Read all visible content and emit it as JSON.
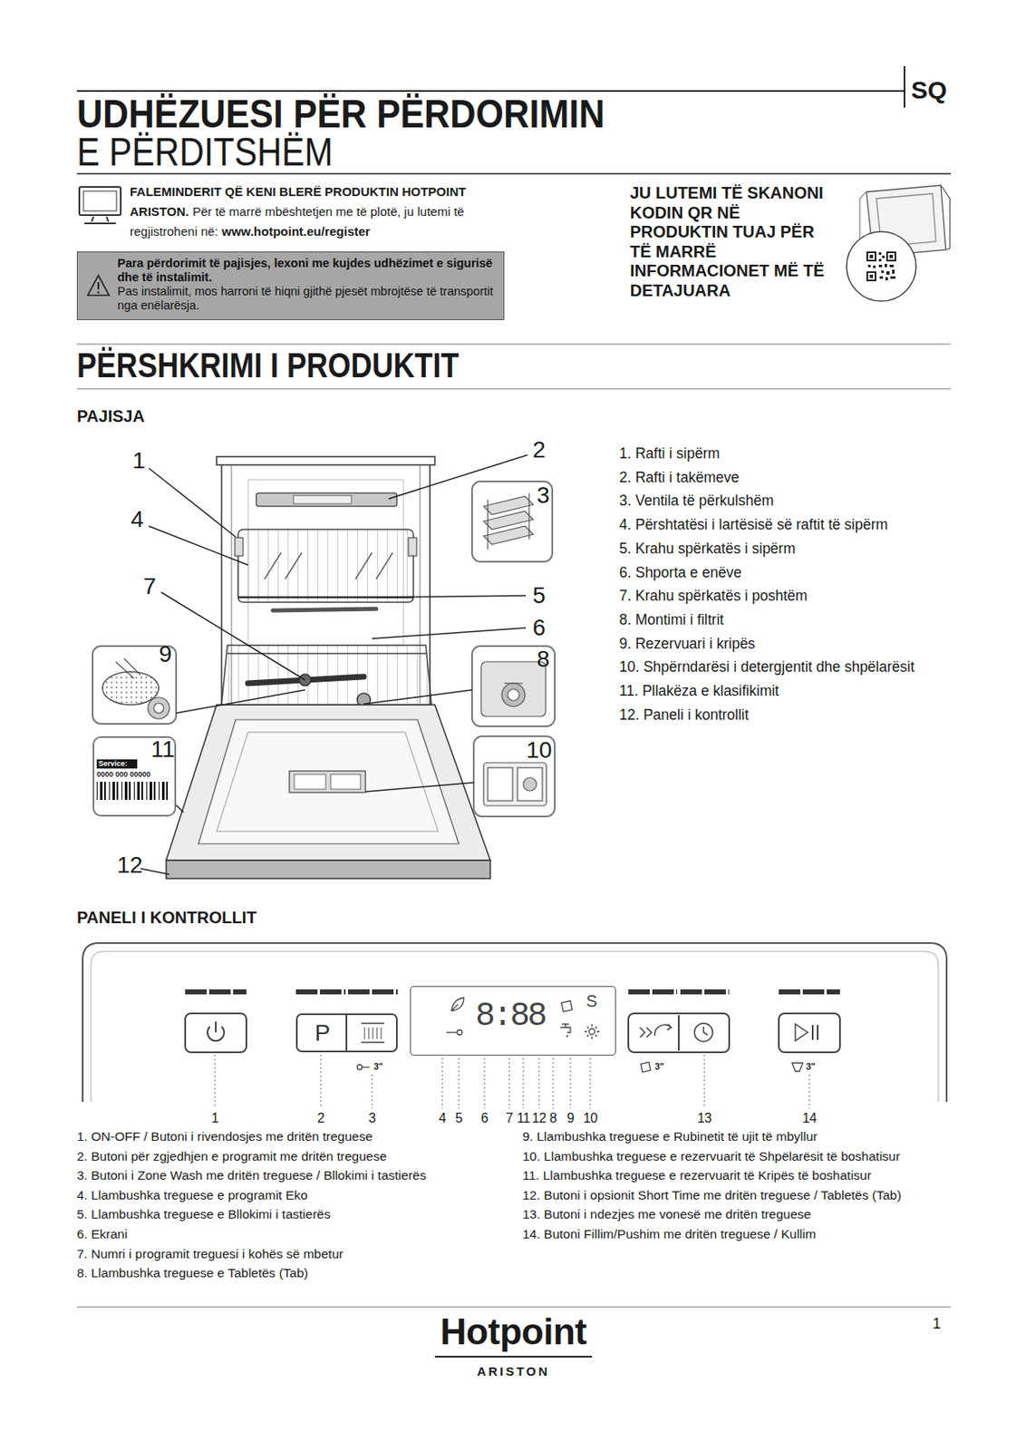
{
  "diagram": {
    "title": "UDHËZUESI PËR PËRDORIMIN",
    "nodes": [
      {
        "text": [
          "Para përdorimit të pajisjes, lexoni me kujdes udhëzimet e sigurisë dhe të instalimit.",
          "Pas instalimit, mos harroni të hiqni gjithë pjesët mbrojtëse të transportit nga enëlarësja."
        ]
      },
      {
        "text": [
          "Service:",
          "0000 000 00000"
        ]
      },
      {
        "text": [
          "P"
        ]
      },
      {
        "text": [
          "8:88",
          "S"
        ]
      }
    ],
    "labels": [
      "SQ",
      "E PËRDITSHËM",
      "FALEMINDERIT QË KENI BLERË PRODUKTIN HOTPOINT ARISTON.",
      "Për të marrë mbështetjen me të plotë, ju lutemi të regjistroheni në:",
      "www.hotpoint.eu/register",
      "JU LUTEMI TË SKANONI KODIN QR NË PRODUKTIN TUAJ PËR TË MARRË INFORMACIONET MË TË DETAJUARA",
      "PËRSHKRIMI I PRODUKTIT",
      "PAJISJA",
      "1",
      "2",
      "3",
      "4",
      "7",
      "5",
      "6",
      "9",
      "8",
      "11",
      "10",
      "12",
      "1. Rafti i sipërm",
      "2. Rafti i takëmeve",
      "3. Ventila të përkulshëm",
      "4. Përshtatësi i lartësisë së raftit të sipërm",
      "5. Krahu spërkatës i sipërm",
      "6. Shporta e enëve",
      "7. Krahu spërkatës i poshtëm",
      "8. Montimi i filtrit",
      "9. Rezervuari i kripës",
      "10. Shpërndarësi i detergjentit dhe shpëlarësit",
      "11. Pllakëza e klasifikimit",
      "12. Paneli i kontrollit",
      "PANELI I KONTROLLIT",
      "3\"",
      "3\"",
      "3\"",
      "1",
      "2",
      "3",
      "4",
      "5",
      "6",
      "7",
      "11",
      "12",
      "8",
      "9",
      "10",
      "13",
      "14",
      "1. ON-OFF / Butoni i rivendosjes me dritën treguese",
      "2. Butoni për zgjedhjen e programit me dritën treguese",
      "3. Butoni i Zone Wash me dritën treguese / Bllokimi i tastierës",
      "4. Llambushka treguese e programit Eko",
      "5. Llambushka treguese e Bllokimi i tastierës",
      "6. Ekrani",
      "7. Numri i programit treguesi i kohës së mbetur",
      "8. Llambushka treguese e Tabletës (Tab)",
      "9. Llambushka treguese e Rubinetit të ujit të mbyllur",
      "10. Llambushka treguese e rezervuarit të Shpëlarësit të boshatisur",
      "11. Llambushka treguese e rezervuarit të Kripës të boshatisur",
      "12. Butoni i opsionit Short Time me dritën treguese / Tabletës (Tab)",
      "13. Butoni i ndezjes me vonesë me dritën treguese",
      "14. Butoni Fillim/Pushim me dritën treguese / Kullim",
      "Hotpoint",
      "ARISTON",
      "1"
    ]
  }
}
